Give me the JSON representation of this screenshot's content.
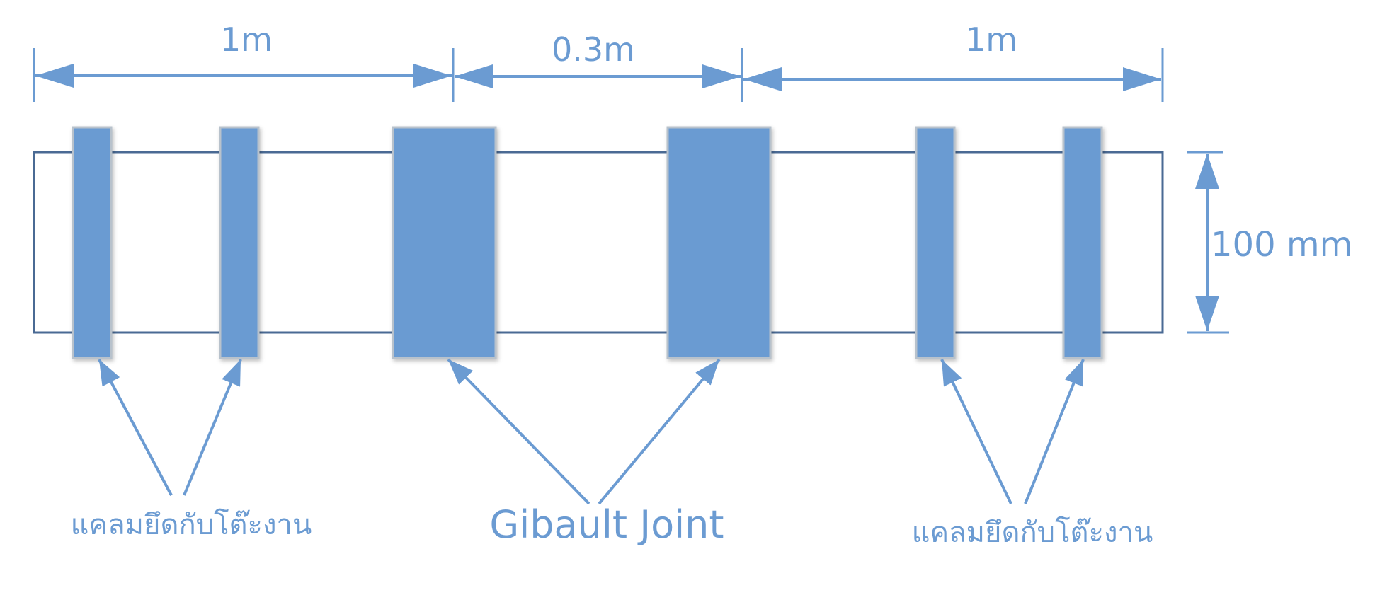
{
  "dimensions": {
    "left_span": "1m",
    "middle_span": "0.3m",
    "right_span": "1m",
    "height": "100 mm"
  },
  "labels": {
    "left_clamp": "แคลมยึดกับโต๊ะงาน",
    "joint": "Gibault Joint",
    "right_clamp": "แคลมยึดกับโต๊ะงาน"
  },
  "colors": {
    "accent": "#6b9bd2",
    "pipe_outline": "#4a6a94",
    "block_border": "#b8c2cc"
  }
}
